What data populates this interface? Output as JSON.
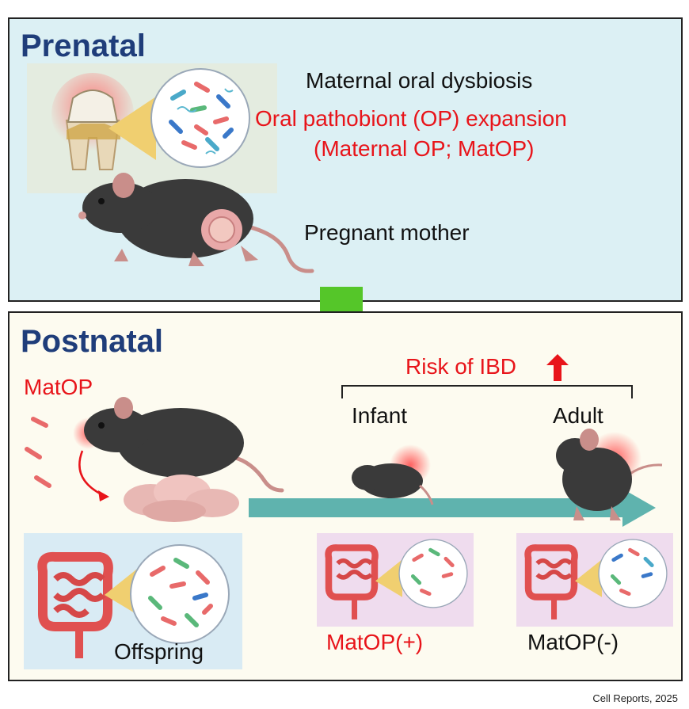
{
  "prenatal": {
    "heading": "Prenatal",
    "line1": "Maternal oral dysbiosis",
    "line2": "Oral pathobiont (OP) expansion",
    "line3": "(Maternal OP; MatOP)",
    "mother_label": "Pregnant mother"
  },
  "postnatal": {
    "heading": "Postnatal",
    "matop_label": "MatOP",
    "risk_label": "Risk of IBD",
    "infant_label": "Infant",
    "adult_label": "Adult",
    "offspring_label": "Offspring",
    "matop_pos_label": "MatOP(+)",
    "matop_neg_label": "MatOP(-)"
  },
  "citation": "Cell Reports, 2025",
  "colors": {
    "heading": "#1f3d7a",
    "accent_red": "#e8141a",
    "prenatal_bg": "#dcf0f4",
    "postnatal_bg": "#fdfbf0",
    "arrow_green": "#55c629",
    "timeline_teal": "#5fb3ae",
    "mouse_dark": "#3a3a3a"
  },
  "icons": [
    "tooth-icon",
    "bacteria-circle-icon",
    "mouse-icon",
    "uterus-icon",
    "intestine-icon",
    "pup-pile-icon",
    "up-arrow-icon",
    "down-arrow-icon",
    "timeline-arrow-icon"
  ]
}
